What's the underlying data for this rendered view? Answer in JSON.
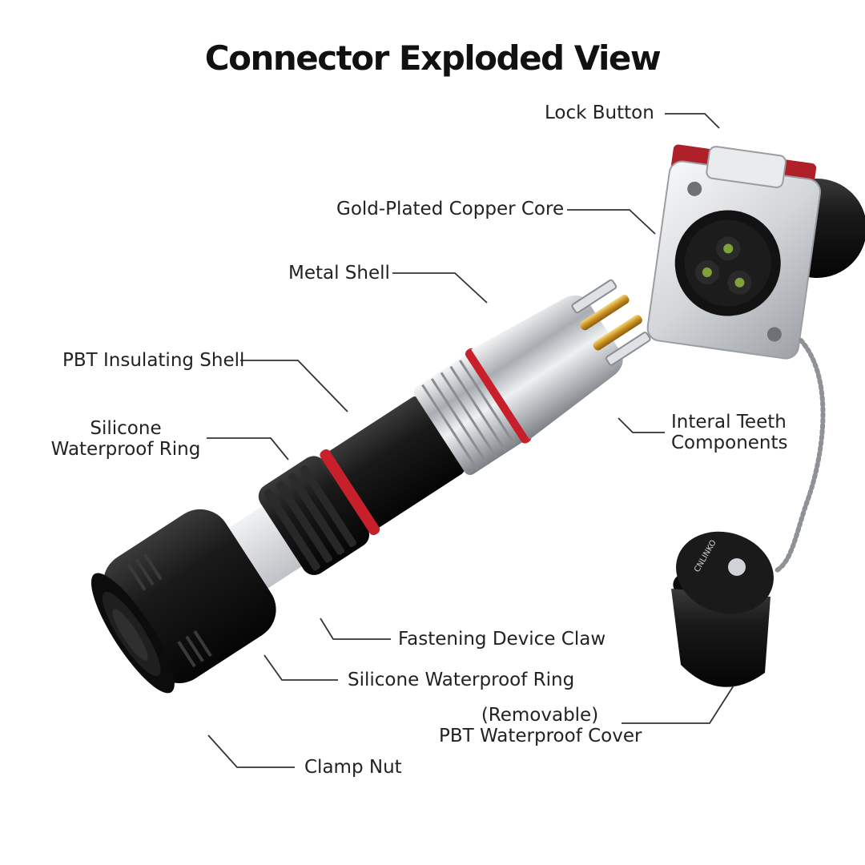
{
  "title": "Connector Exploded View",
  "labels": {
    "lock_button": "Lock Button",
    "gold_core": "Gold-Plated Copper Core",
    "metal_shell": "Metal Shell",
    "pbt_insulating_shell": "PBT Insulating Shell",
    "silicone_ring_top_1": "Silicone",
    "silicone_ring_top_2": "Waterproof Ring",
    "interal_teeth_1": "Interal Teeth",
    "interal_teeth_2": "Components",
    "fastening_claw": "Fastening Device Claw",
    "silicone_ring_bottom": "Silicone Waterproof Ring",
    "cover_1": "(Removable)",
    "cover_2": "PBT Waterproof Cover",
    "clamp_nut": "Clamp Nut"
  },
  "brand_mark": "CNLINKO",
  "colors": {
    "black_plastic": "#141414",
    "silver_metal": "#c9ccd0",
    "red_oring": "#c8202a",
    "gold_pin": "#d7a531",
    "translucent": "#e4e6e8",
    "leader_line": "#333333"
  }
}
